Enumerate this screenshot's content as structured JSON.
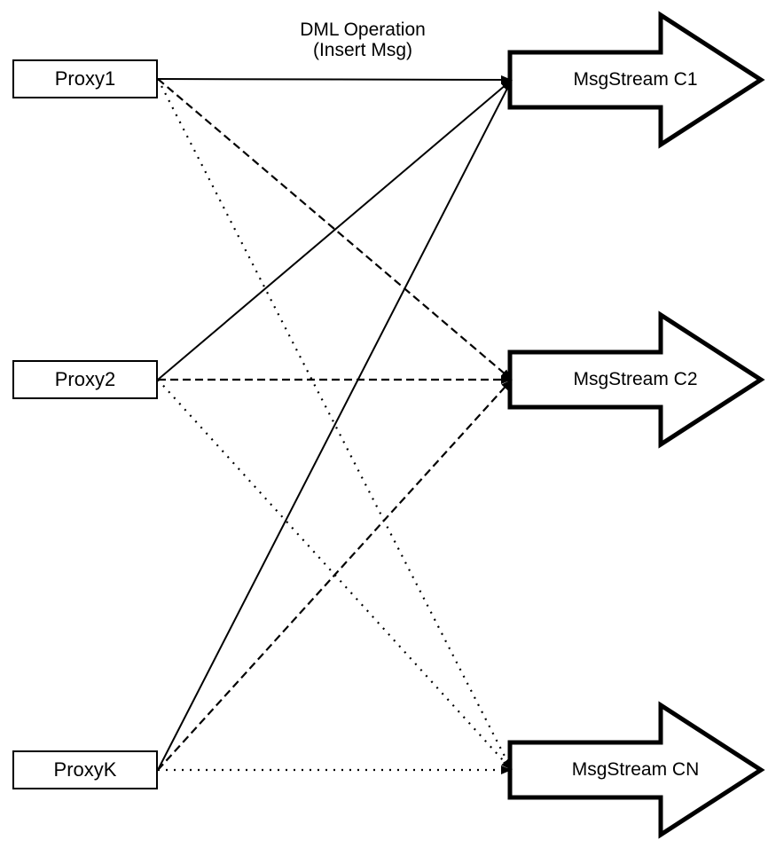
{
  "annotation": {
    "line1": "DML Operation",
    "line2": "(Insert Msg)"
  },
  "proxies": [
    {
      "label": "Proxy1"
    },
    {
      "label": "Proxy2"
    },
    {
      "label": "ProxyK"
    }
  ],
  "streams": [
    {
      "label": "MsgStream C1"
    },
    {
      "label": "MsgStream C2"
    },
    {
      "label": "MsgStream CN"
    }
  ],
  "connections": [
    {
      "from": "Proxy1",
      "to": "MsgStream C1",
      "style": "solid"
    },
    {
      "from": "Proxy2",
      "to": "MsgStream C1",
      "style": "solid"
    },
    {
      "from": "ProxyK",
      "to": "MsgStream C1",
      "style": "solid"
    },
    {
      "from": "Proxy1",
      "to": "MsgStream C2",
      "style": "dashed"
    },
    {
      "from": "Proxy2",
      "to": "MsgStream C2",
      "style": "dashed"
    },
    {
      "from": "ProxyK",
      "to": "MsgStream C2",
      "style": "dashed"
    },
    {
      "from": "Proxy1",
      "to": "MsgStream CN",
      "style": "dotted"
    },
    {
      "from": "Proxy2",
      "to": "MsgStream CN",
      "style": "dotted"
    },
    {
      "from": "ProxyK",
      "to": "MsgStream CN",
      "style": "dotted"
    }
  ],
  "colors": {
    "stroke": "#000000",
    "fill": "#ffffff",
    "background": "#ffffff",
    "text": "#000000"
  }
}
